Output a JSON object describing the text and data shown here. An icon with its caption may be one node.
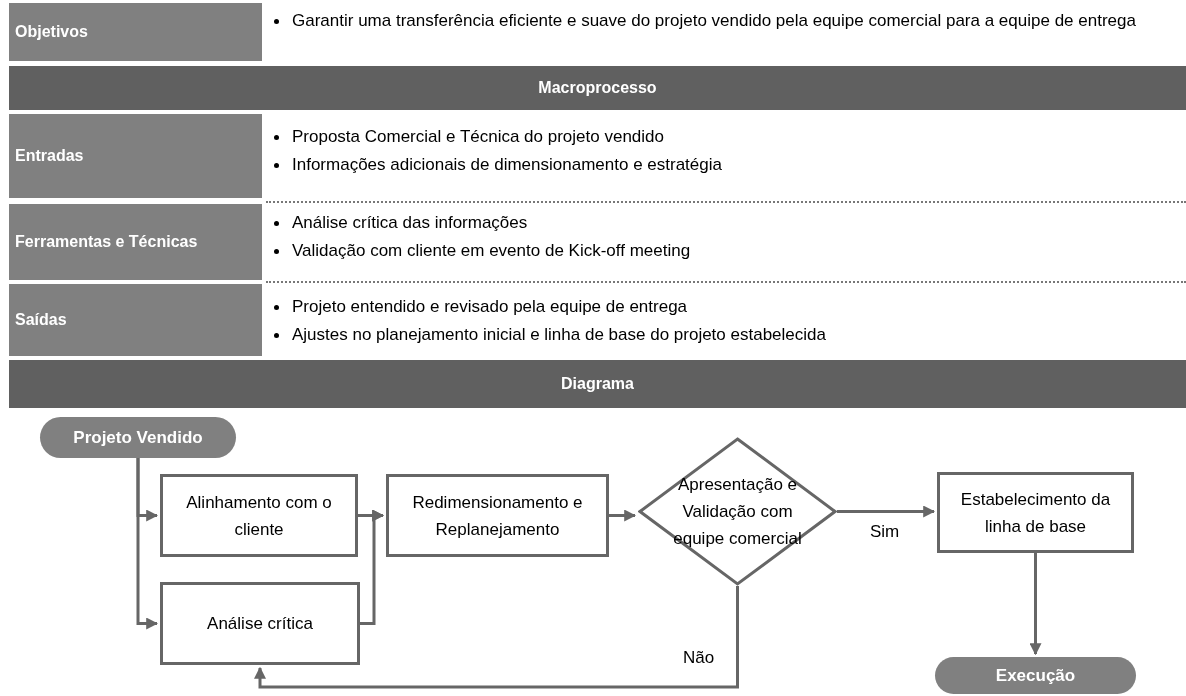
{
  "diagram": {
    "nodes": [
      {
        "text": [
          "Projeto Vendido"
        ]
      },
      {
        "text": [
          "Alinhamento com o cliente"
        ]
      },
      {
        "text": [
          "Análise crítica"
        ]
      },
      {
        "text": [
          "Redimensionamento e Replanejamento"
        ]
      },
      {
        "text": [
          "Apresentação e Validação com equipe comercial"
        ]
      },
      {
        "text": [
          "Estabelecimento da linha de base"
        ]
      },
      {
        "text": [
          "Execução"
        ]
      }
    ],
    "edges": [
      {
        "from": 0,
        "to": 1,
        "arrow": "to"
      },
      {
        "from": 0,
        "to": 2,
        "arrow": "to"
      },
      {
        "from": 1,
        "to": 3,
        "arrow": "to"
      },
      {
        "from": 2,
        "to": 3,
        "arrow": "to"
      },
      {
        "from": 3,
        "to": 4,
        "arrow": "to"
      },
      {
        "from": 4,
        "to": 5,
        "label": "Sim",
        "arrow": "to"
      },
      {
        "from": 4,
        "to": 2,
        "label": "Não",
        "arrow": "to"
      },
      {
        "from": 5,
        "to": 6,
        "arrow": "to"
      }
    ],
    "labels": [
      "Objetivos",
      "Garantir uma transferência eficiente e suave do projeto vendido pela equipe comercial para a equipe de entrega",
      "Macroprocesso",
      "Entradas",
      "Proposta Comercial e Técnica do projeto vendido",
      "Informações adicionais de dimensionamento e estratégia",
      "Ferramentas e Técnicas",
      "Análise crítica das informações",
      "Validação com cliente em evento de Kick-off meeting",
      "Saídas",
      "Projeto entendido e revisado pela equipe de entrega",
      "Ajustes no planejamento inicial e linha de base do projeto estabelecida",
      "Diagrama"
    ]
  }
}
